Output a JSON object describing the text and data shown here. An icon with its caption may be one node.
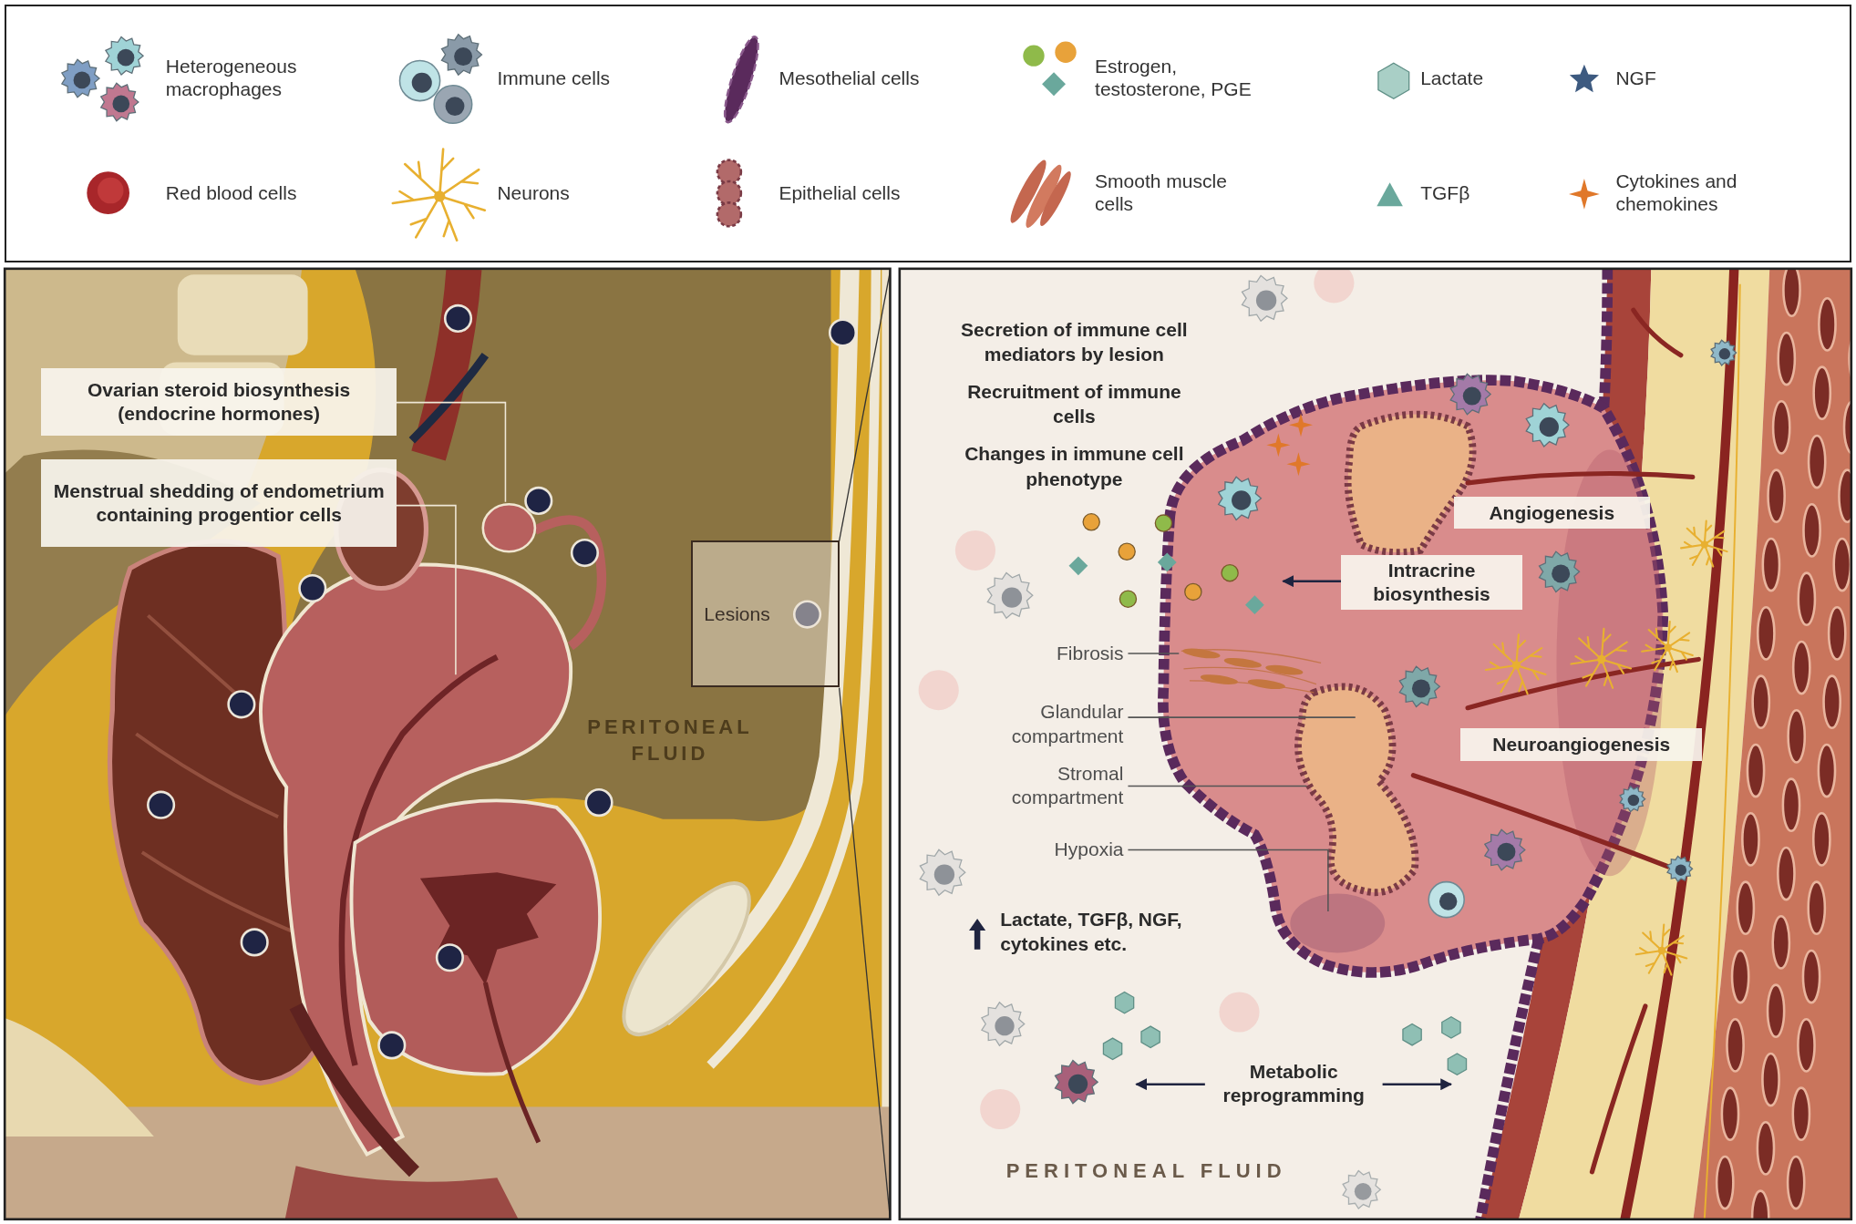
{
  "diagram": {
    "nodes": [
      {
        "text": [
          "Ovarian steroid biosynthesis (endocrine hormones)"
        ]
      },
      {
        "text": [
          "Menstrual shedding of endometrium containing progentior cells"
        ]
      },
      {
        "text": [
          "Lesions"
        ]
      },
      {
        "text": [
          "Angiogenesis"
        ]
      },
      {
        "text": [
          "Intracrine biosynthesis"
        ]
      },
      {
        "text": [
          "Fibrosis"
        ]
      },
      {
        "text": [
          "Glandular compartment"
        ]
      },
      {
        "text": [
          "Neuroangiogenesis"
        ]
      },
      {
        "text": [
          "Stromal compartment"
        ]
      },
      {
        "text": [
          "Hypoxia"
        ]
      },
      {
        "text": [
          "Metabolic reprogramming"
        ]
      }
    ],
    "edges": [
      {
        "from": 0,
        "to": null,
        "arrow": "none",
        "color": "#efe7d6"
      },
      {
        "from": 1,
        "to": null,
        "arrow": "none",
        "color": "#efe7d6"
      },
      {
        "from": 4,
        "to": null,
        "arrow": "to",
        "color": "#1f2440"
      },
      {
        "from": 5,
        "to": null,
        "arrow": "none"
      },
      {
        "from": 6,
        "to": null,
        "arrow": "none"
      },
      {
        "from": 8,
        "to": null,
        "arrow": "none"
      },
      {
        "from": 9,
        "to": null,
        "arrow": "none"
      },
      {
        "from": 10,
        "to": null,
        "arrow": "to",
        "color": "#1f2440"
      },
      {
        "from": 10,
        "to": null,
        "arrow": "to",
        "color": "#1f2440"
      }
    ],
    "labels": [
      "PERITONEAL FLUID",
      "Secretion of immune cell mediators by lesion",
      "Recruitment of immune cells",
      "Changes in immune cell phenotype",
      "Lactate, TGFβ, NGF, cytokines etc.",
      "PERITONEAL FLUID"
    ],
    "legend": [
      {
        "text": "Heterogeneous macrophages"
      },
      {
        "text": "Immune cells"
      },
      {
        "text": "Mesothelial cells"
      },
      {
        "text": "Estrogen, testosterone, PGE"
      },
      {
        "text": "Lactate"
      },
      {
        "text": "NGF"
      },
      {
        "text": "Red blood cells"
      },
      {
        "text": "Neurons"
      },
      {
        "text": "Epithelial cells"
      },
      {
        "text": "Smooth muscle cells"
      },
      {
        "text": "TGFβ"
      },
      {
        "text": "Cytokines and chemokines"
      }
    ]
  }
}
